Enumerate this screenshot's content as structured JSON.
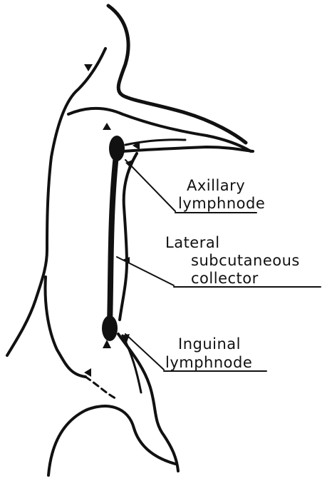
{
  "labels": {
    "axillary_line1": "Axillary",
    "axillary_line2": "lymphnode",
    "lateral_line1": "Lateral",
    "lateral_line2": "subcutaneous",
    "lateral_line3": "collector",
    "inguinal_line1": "Inguinal",
    "inguinal_line2": "lymphnode"
  },
  "colors": {
    "ink": "#111111",
    "background": "#ffffff"
  }
}
